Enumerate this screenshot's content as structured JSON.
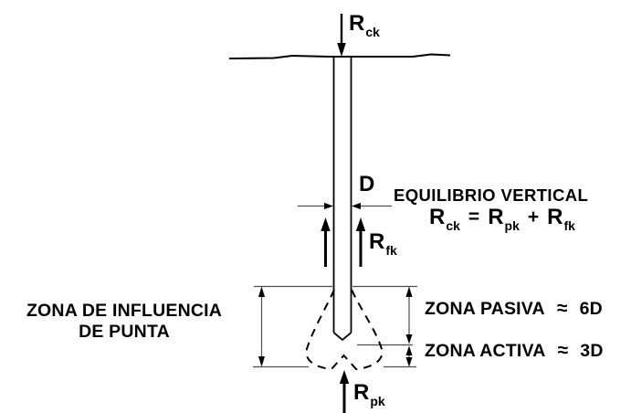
{
  "figure": {
    "background": "#ffffff",
    "ink_color": "#000000",
    "thin_line_color": "#4d4d4d"
  },
  "labels": {
    "load_top": {
      "base": "R",
      "sub": "ck"
    },
    "diameter": "D",
    "shaft_friction": {
      "base": "R",
      "sub": "fk"
    },
    "tip_resistance": {
      "base": "R",
      "sub": "pk"
    },
    "equilibrium": {
      "title": "EQUILIBRIO VERTICAL",
      "lhs": {
        "base": "R",
        "sub": "ck"
      },
      "equals": "=",
      "term1": {
        "base": "R",
        "sub": "pk"
      },
      "plus": "+",
      "term2": {
        "base": "R",
        "sub": "fk"
      }
    },
    "influence_zone": {
      "line1": "ZONA DE INFLUENCIA",
      "line2": "DE PUNTA"
    },
    "passive_zone": {
      "name": "ZONA PASIVA",
      "approx": "≈",
      "value": "6D"
    },
    "active_zone": {
      "name": "ZONA ACTIVA",
      "approx": "≈",
      "value": "3D"
    }
  }
}
